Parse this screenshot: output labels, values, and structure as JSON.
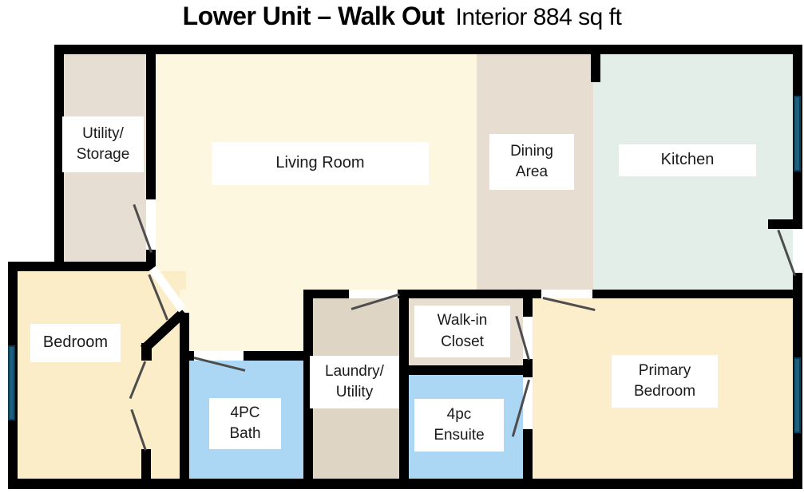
{
  "title": {
    "main": "Lower Unit – Walk Out",
    "sub": "Interior 884 sq ft"
  },
  "rooms": {
    "utility": {
      "line1": "Utility/",
      "line2": "Storage"
    },
    "living": {
      "line1": "Living Room",
      "line2": ""
    },
    "dining": {
      "line1": "Dining",
      "line2": "Area"
    },
    "kitchen": {
      "line1": "Kitchen",
      "line2": ""
    },
    "bedroom": {
      "line1": "Bedroom",
      "line2": ""
    },
    "bath": {
      "line1": "4PC",
      "line2": "Bath"
    },
    "laundry": {
      "line1": "Laundry/",
      "line2": "Utility"
    },
    "closet": {
      "line1": "Walk-in",
      "line2": "Closet"
    },
    "ensuite": {
      "line1": "4pc",
      "line2": "Ensuite"
    },
    "primary": {
      "line1": "Primary",
      "line2": "Bedroom"
    }
  },
  "colors": {
    "wall": "#000000",
    "utility": "#e6ded2",
    "living": "#fef7e0",
    "dining": "#e7ded1",
    "kitchen": "#e3eee8",
    "bedroom": "#fbedc8",
    "bath": "#abd7f5",
    "laundry": "#ded5c5",
    "closet": "#e7ded1",
    "ensuite": "#abd7f5",
    "primary": "#fceecb",
    "window": "#1e5f7e",
    "door_swing": "#4d4d4d"
  }
}
